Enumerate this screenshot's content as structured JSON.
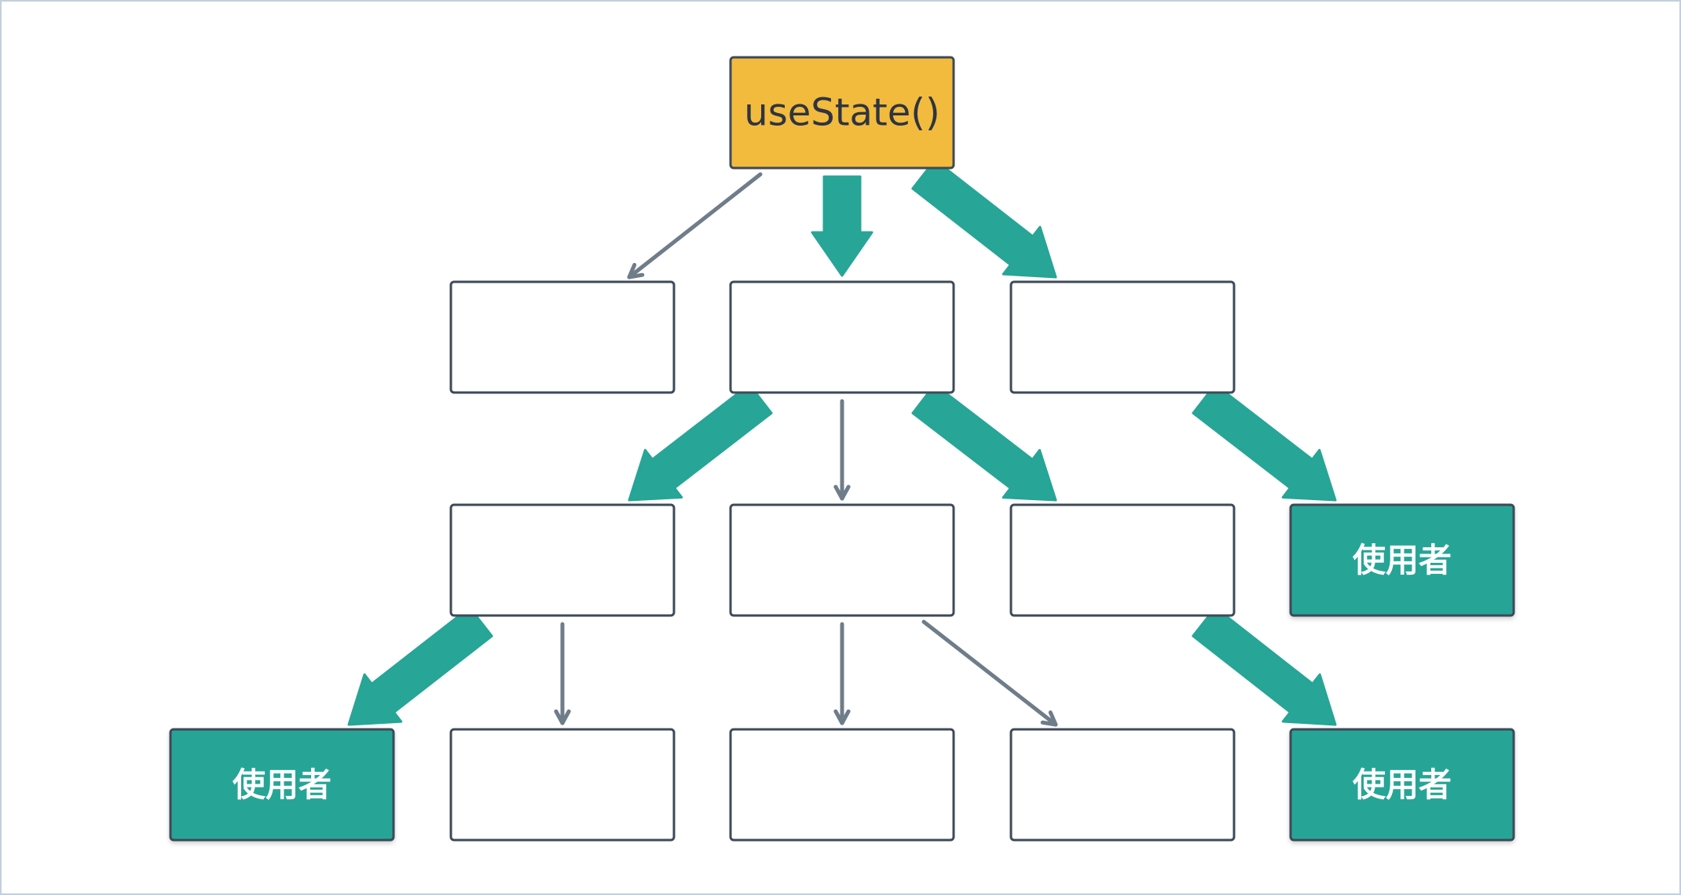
{
  "root": {
    "label": "useState()",
    "fill": "#f2bb3d"
  },
  "consumer_label": "使用者",
  "colors": {
    "accent": "#27a597",
    "stroke": "#3e4a59",
    "thin_arrow": "#6f7c89",
    "node_fill": "#ffffff",
    "frame": "#c3cfdc"
  },
  "nodes": [
    {
      "id": "root",
      "type": "root"
    },
    {
      "id": "l1-left",
      "type": "empty"
    },
    {
      "id": "l1-center",
      "type": "empty"
    },
    {
      "id": "l1-right",
      "type": "empty"
    },
    {
      "id": "l2-a",
      "type": "empty"
    },
    {
      "id": "l2-b",
      "type": "empty"
    },
    {
      "id": "l2-c",
      "type": "empty"
    },
    {
      "id": "l2-consumer",
      "type": "consumer"
    },
    {
      "id": "l3-consumer",
      "type": "consumer"
    },
    {
      "id": "l3-a",
      "type": "empty"
    },
    {
      "id": "l3-b",
      "type": "empty"
    },
    {
      "id": "l3-c",
      "type": "empty"
    },
    {
      "id": "l3-consumer-right",
      "type": "consumer"
    }
  ],
  "edges": [
    {
      "from": "root",
      "to": "l1-left",
      "style": "thin"
    },
    {
      "from": "root",
      "to": "l1-center",
      "style": "thick"
    },
    {
      "from": "root",
      "to": "l1-right",
      "style": "thick"
    },
    {
      "from": "l1-center",
      "to": "l2-a",
      "style": "thick"
    },
    {
      "from": "l1-center",
      "to": "l2-b",
      "style": "thin"
    },
    {
      "from": "l1-center",
      "to": "l2-c",
      "style": "thick"
    },
    {
      "from": "l1-right",
      "to": "l2-consumer",
      "style": "thick"
    },
    {
      "from": "l2-a",
      "to": "l3-consumer",
      "style": "thick"
    },
    {
      "from": "l2-a",
      "to": "l3-a",
      "style": "thin"
    },
    {
      "from": "l2-b",
      "to": "l3-b",
      "style": "thin"
    },
    {
      "from": "l2-b",
      "to": "l3-c",
      "style": "thin"
    },
    {
      "from": "l2-c",
      "to": "l3-consumer-right",
      "style": "thick"
    }
  ]
}
